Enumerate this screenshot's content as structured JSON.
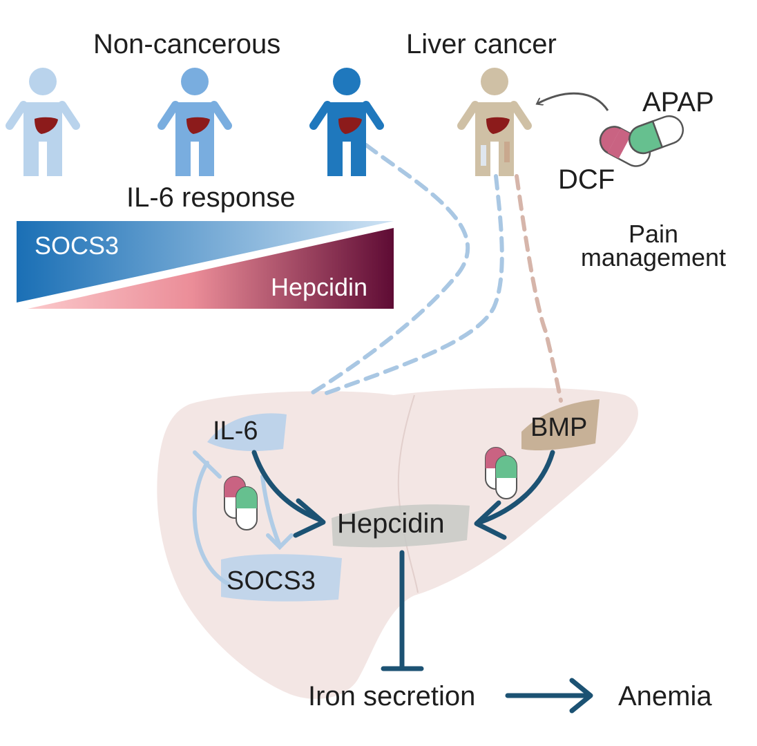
{
  "labels": {
    "non_cancerous": "Non-cancerous",
    "liver_cancer": "Liver cancer",
    "apap": "APAP",
    "dcf": "DCF",
    "il6_response": "IL-6 response",
    "pain_management": "Pain\nmanagement",
    "socs3_gradient": "SOCS3",
    "hepcidin_gradient": "Hepcidin",
    "il6": "IL-6",
    "bmp": "BMP",
    "hepcidin": "Hepcidin",
    "socs3": "SOCS3",
    "iron_secretion": "Iron secretion",
    "anemia": "Anemia"
  },
  "colors": {
    "figure_light": "#b9d3ec",
    "figure_mid": "#79addf",
    "figure_dark": "#1f78bd",
    "figure_cancer": "#cfc0a5",
    "liver_organ_small": "#8c1b1b",
    "liver_bg": "#f3e7e5",
    "arrow_navy": "#1c5273",
    "dash_blue": "#a9c7e3",
    "dash_tan": "#d6b5aa",
    "socs3_grad_start": "#1a6fb5",
    "socs3_grad_end": "#c9e0f3",
    "hepcidin_grad_start": "#f6b9bd",
    "hepcidin_grad_end": "#6a1038",
    "pill_pink": "#c96382",
    "pill_green": "#66c08f"
  }
}
